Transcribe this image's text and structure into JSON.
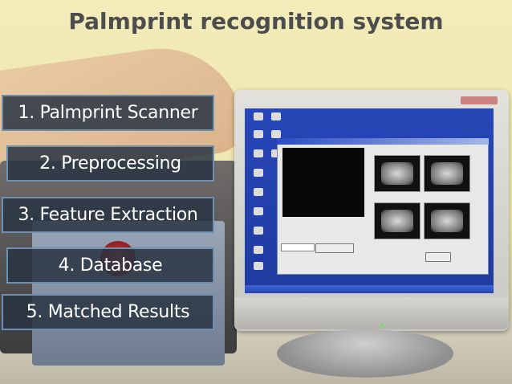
{
  "title": "Palmprint recognition system",
  "steps": [
    "1. Palmprint Scanner",
    "2. Preprocessing",
    "3. Feature Extraction",
    "4. Database",
    "5. Matched Results"
  ],
  "colors": {
    "title": "#4d4d4d",
    "step_bg": "#283442",
    "step_border": "#6f8fb0",
    "step_text": "#ffffff",
    "screen": "#2345b0"
  }
}
